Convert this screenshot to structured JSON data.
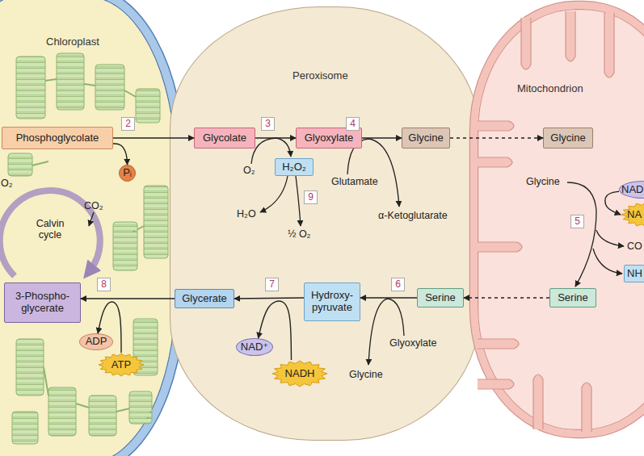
{
  "diagram": {
    "nodes": [
      {
        "text": [
          "Chloroplast"
        ]
      },
      {
        "text": [
          "Peroxisome"
        ]
      },
      {
        "text": [
          "Mitochondrion"
        ]
      },
      {
        "text": [
          "Phosphoglycolate"
        ],
        "in": 0
      },
      {
        "text": [
          "Pᵢ"
        ],
        "in": 0
      },
      {
        "text": [
          "3-Phospho- glycerate"
        ],
        "in": 0
      },
      {
        "text": [
          "ADP"
        ],
        "in": 0
      },
      {
        "text": [
          "ATP"
        ],
        "in": 0
      },
      {
        "text": [
          "Glycolate"
        ],
        "in": 1
      },
      {
        "text": [
          "Glyoxylate"
        ],
        "in": 1
      },
      {
        "text": [
          "Glycine"
        ],
        "in": 1
      },
      {
        "text": [
          "H₂O₂"
        ],
        "in": 1
      },
      {
        "text": [
          "Glycerate"
        ],
        "in": 1
      },
      {
        "text": [
          "Hydroxy- pyruvate"
        ],
        "in": 1
      },
      {
        "text": [
          "Serine"
        ],
        "in": 1
      },
      {
        "text": [
          "NAD⁺"
        ],
        "in": 1
      },
      {
        "text": [
          "NADH"
        ],
        "in": 1
      },
      {
        "text": [
          "Glycine"
        ],
        "in": 2
      },
      {
        "text": [
          "NAD"
        ],
        "in": 2
      },
      {
        "text": [
          "NA"
        ],
        "in": 2
      },
      {
        "text": [
          "NH"
        ],
        "in": 2
      },
      {
        "text": [
          "Serine"
        ],
        "in": 2
      }
    ],
    "edges": [
      {
        "from": 3,
        "to": 8,
        "arrow": "to"
      },
      {
        "from": 3,
        "to": 4,
        "arrow": "to"
      },
      {
        "from": 8,
        "to": 9,
        "arrow": "to"
      },
      {
        "from": 9,
        "to": 10,
        "arrow": "to"
      },
      {
        "from": 10,
        "to": 17,
        "arrow": "to"
      },
      {
        "from": 18,
        "to": 19,
        "arrow": "to"
      },
      {
        "from": 21,
        "to": 14,
        "arrow": "to"
      },
      {
        "from": 14,
        "to": 13,
        "arrow": "to"
      },
      {
        "from": 13,
        "to": 12,
        "arrow": "to"
      },
      {
        "from": 16,
        "to": 15,
        "arrow": "to"
      },
      {
        "from": 12,
        "to": 5,
        "arrow": "to"
      },
      {
        "from": 7,
        "to": 6,
        "arrow": "to"
      }
    ],
    "labels": [
      "O₂",
      "2",
      "3",
      "O₂",
      "4",
      "Glutamate",
      "CO₂",
      "Calvin cycle",
      "9",
      "H₂O",
      "½ O₂",
      "α-Ketoglutarate",
      "Glycine",
      "5",
      "CO",
      "8",
      "7",
      "6",
      "Glyoxylate",
      "Glycine"
    ]
  }
}
